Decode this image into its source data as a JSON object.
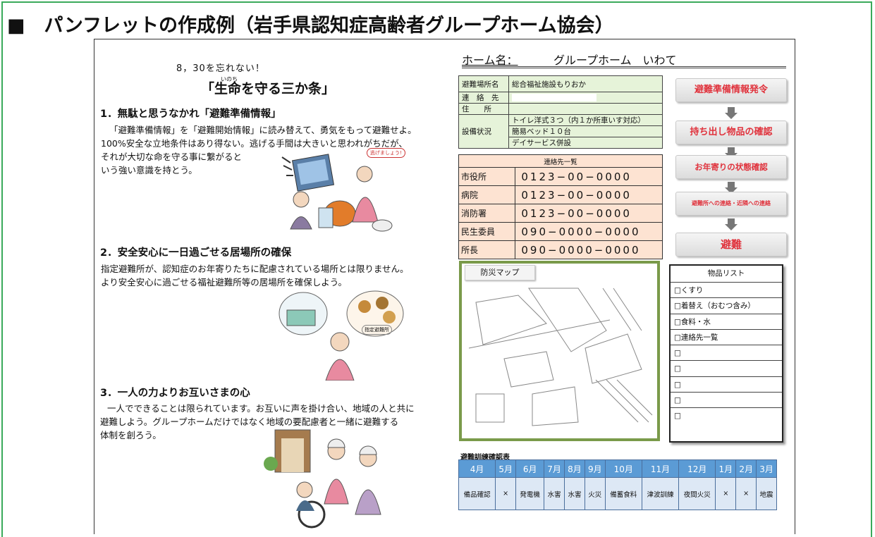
{
  "heading": "■　パンフレットの作成例（岩手県認知症高齢者グループホーム協会）",
  "left": {
    "slogan": "8，30を忘れない！",
    "title": "「生命を守る三か条」",
    "ruby": "いのち",
    "sections": [
      {
        "heading": "1．無駄と思うなかれ「避難準備情報」",
        "lines": [
          "「避難準備情報」を「避難開始情報」に読み替えて、勇気をもって避難せよ。",
          "100%安全な立地条件はあり得ない。逃げる手間は大きいと思われがちだが、",
          "それが大切な命を守る事に繋がると",
          "いう強い意識を持とう。"
        ]
      },
      {
        "heading": "2．安全安心に一日過ごせる居場所の確保",
        "lines": [
          "指定避難所が、認知症のお年寄りたちに配慮されている場所とは限りません。",
          "より安全安心に過ごせる福祉避難所等の居場所を確保しよう。"
        ]
      },
      {
        "heading": "3．一人の力よりお互いさまの心",
        "lines": [
          "一人でできることは限られています。お互いに声を掛け合い、地域の人と共に",
          "避難しよう。グループホームだけではなく地域の要配慮者と一緒に避難する",
          "体制を創ろう。"
        ]
      }
    ],
    "bubble1": "逃げましょう!",
    "bubble2": "指定避難所"
  },
  "home": {
    "label": "ホーム名：",
    "value": "グループホーム　いわて"
  },
  "info": {
    "shelter_label": "避難場所名",
    "shelter": "総合福祉施設もりおか",
    "contact_label": "連　絡　先",
    "address_label": "住　　所",
    "facility_label": "設備状況",
    "facilities": [
      "トイレ洋式３つ（内１か所車いす対応）",
      "簡易ベッド１０台",
      "デイサービス併設"
    ]
  },
  "contacts": {
    "header": "連絡先一覧",
    "rows": [
      {
        "k": "市役所",
        "v": "0123−00−0000"
      },
      {
        "k": "病院",
        "v": "0123−00−0000"
      },
      {
        "k": "消防署",
        "v": "0123−00−0000"
      },
      {
        "k": "民生委員",
        "v": "090−0000−0000"
      },
      {
        "k": "所長",
        "v": "090−0000−0000"
      }
    ]
  },
  "flow": [
    "避難準備情報発令",
    "持ち出し物品の確認",
    "お年寄りの状態確認",
    "避難所への連絡・近隣への連絡",
    "避難"
  ],
  "map": {
    "tab": "防災マップ"
  },
  "items": {
    "title": "物品リスト",
    "list": [
      "□くすり",
      "□着替え（おむつ含み）",
      "□食料・水",
      "□連絡先一覧",
      "□",
      "□",
      "□",
      "□",
      "□"
    ]
  },
  "drill": {
    "title": "避難訓練確認表",
    "months": [
      "4月",
      "5月",
      "6月",
      "7月",
      "8月",
      "9月",
      "10月",
      "11月",
      "12月",
      "1月",
      "2月",
      "3月"
    ],
    "events": [
      "備品確認",
      "×",
      "発電機",
      "水害",
      "水害",
      "火災",
      "備蓄食料",
      "津波訓練",
      "夜間火災",
      "×",
      "×",
      "地震"
    ]
  },
  "colors": {
    "frame": "#3aaa5b",
    "flow_text": "#e0323c",
    "info_bg": "#e6f3d9",
    "contact_bg": "#fde3d2",
    "drill_header": "#5b9bd5",
    "map_border": "#7a9a4a"
  }
}
